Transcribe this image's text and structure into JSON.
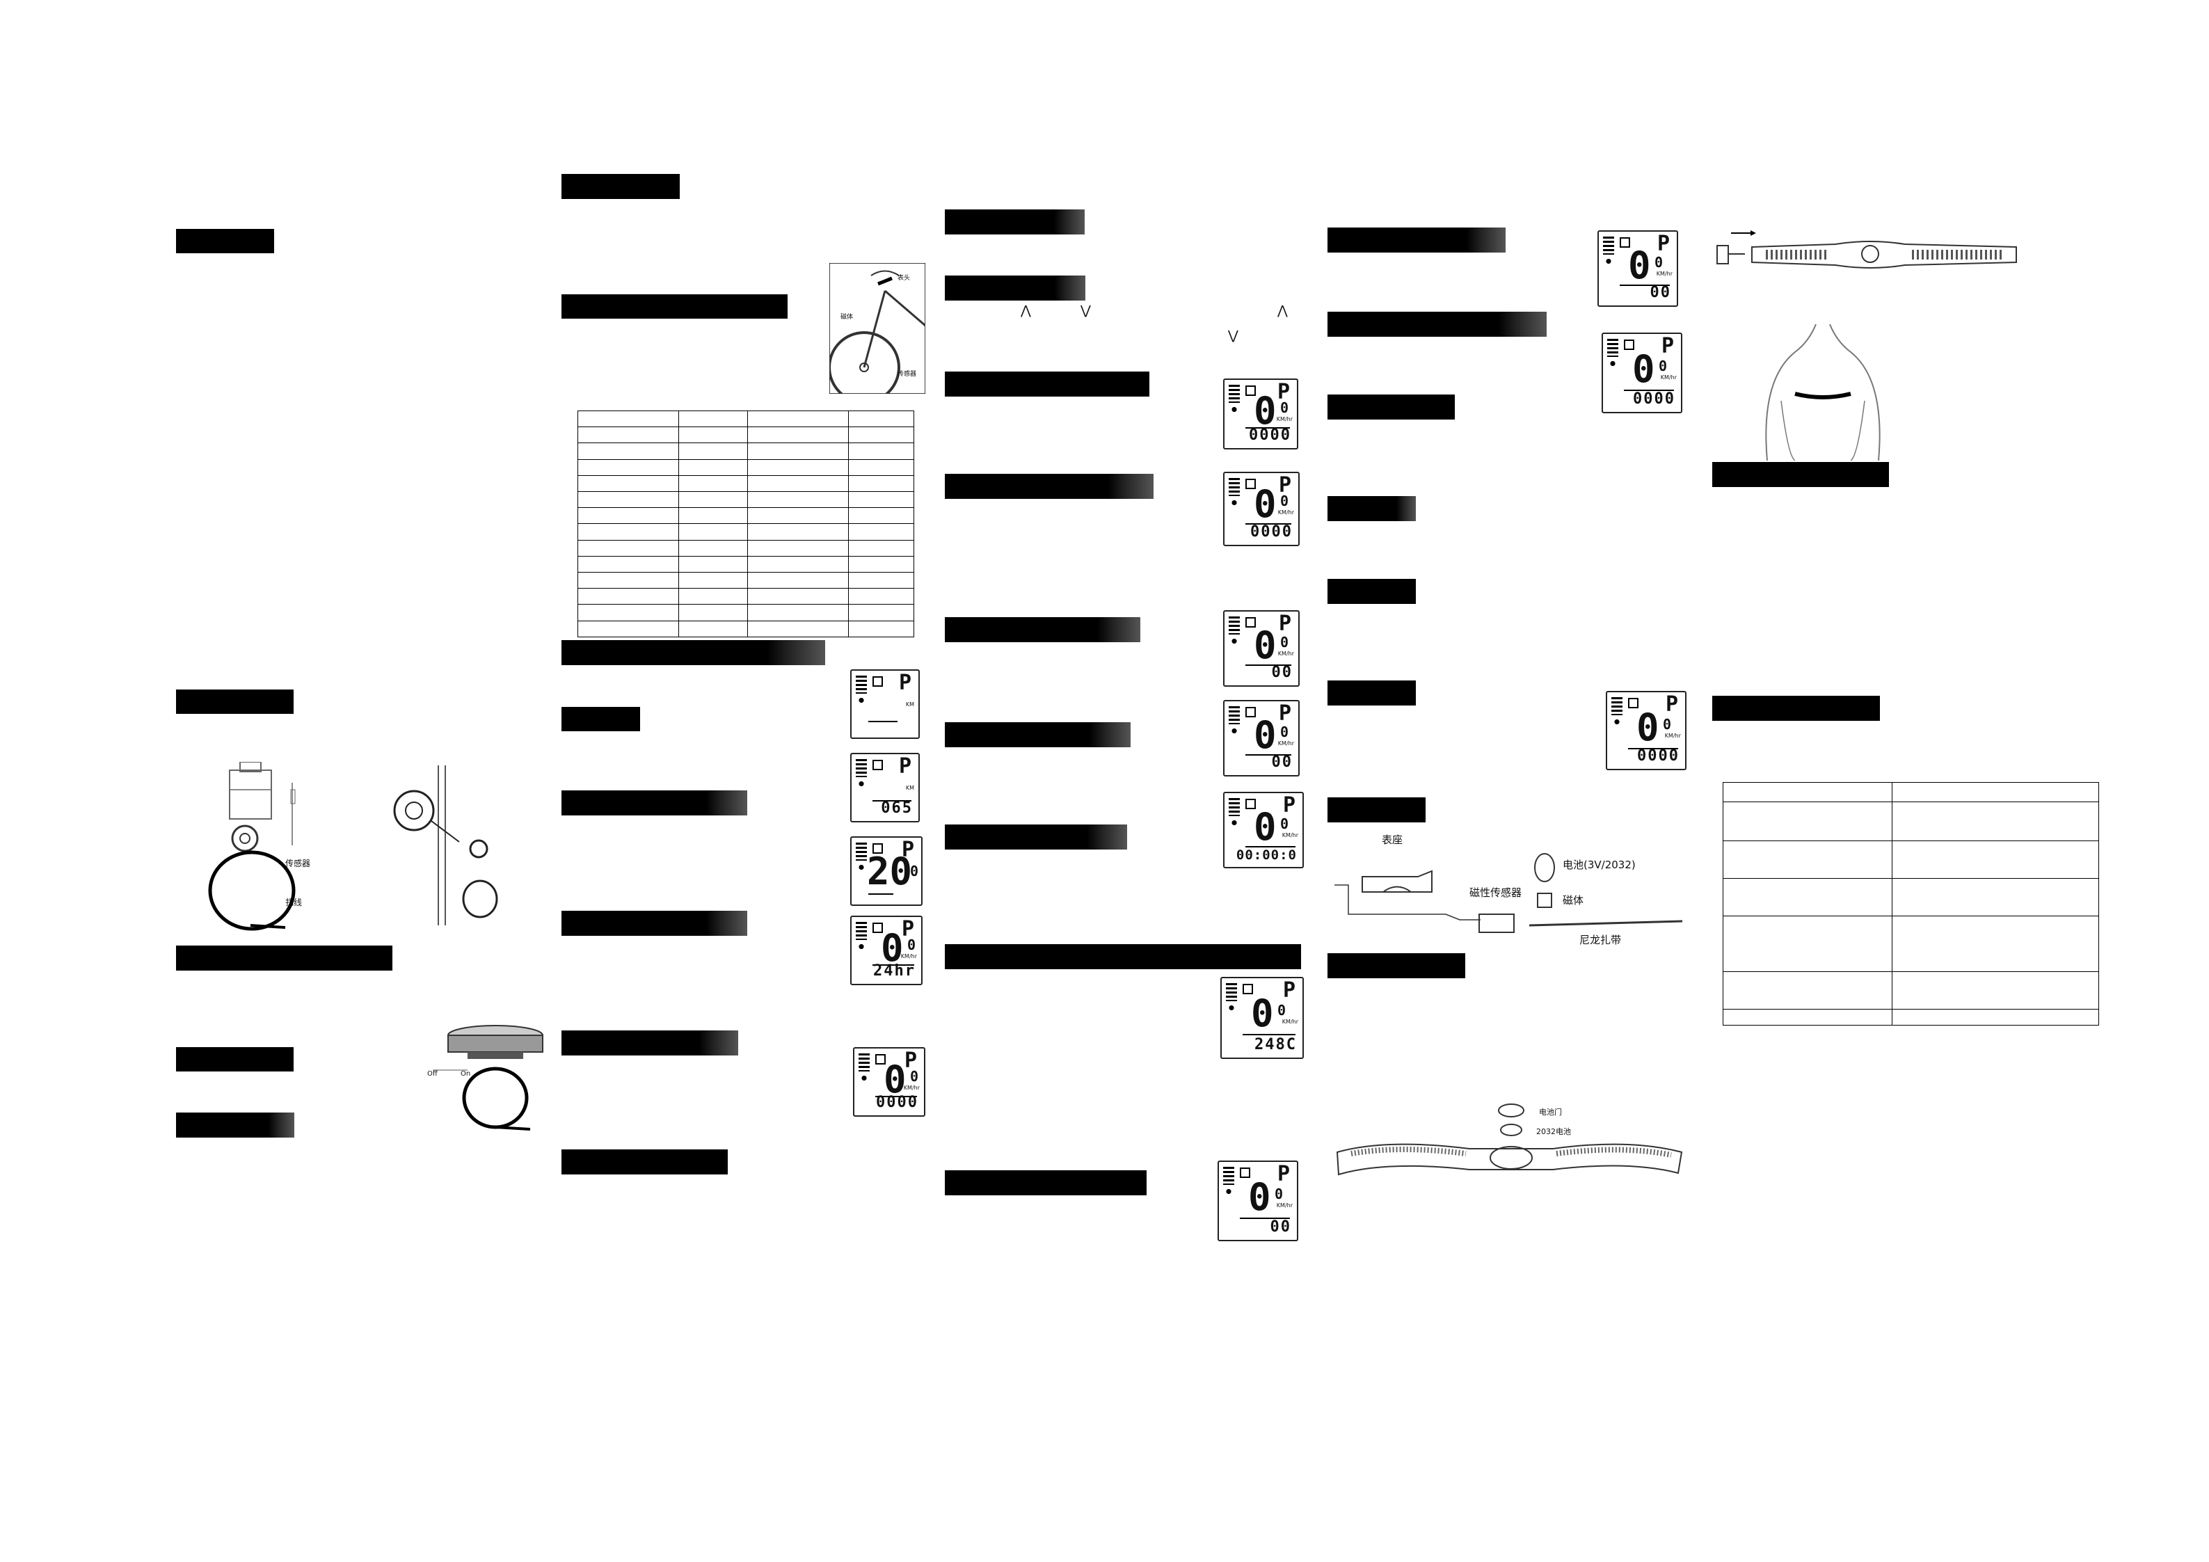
{
  "images": {
    "magnet_label_1": "传感器",
    "magnet_label_2": "扎线",
    "mount_label_off": "Off",
    "mount_label_on": "On",
    "bike_label_1": "表头",
    "bike_label_2": "磁体",
    "bike_label_3": "传感器",
    "parts_watch": "表座",
    "parts_battery": "电池(3V/2032)",
    "parts_sensor": "磁性传感器",
    "parts_magnet": "磁体",
    "parts_tie": "尼龙扎带",
    "strap_cover": "电池门",
    "strap_battery": "2032电池"
  },
  "buttons": {
    "up_symbol": "⋀",
    "down_symbol": "⋁"
  },
  "lcd_screens": [
    {
      "p": "P",
      "big": "",
      "sm": "",
      "unit": "KM",
      "row": "",
      "lab": ""
    },
    {
      "p": "P",
      "big": "",
      "sm": "",
      "unit": "KM",
      "row": "065",
      "lab": ""
    },
    {
      "p": "P",
      "big": "20",
      "sm": "0",
      "unit": "",
      "row": "",
      "lab": ""
    },
    {
      "p": "P",
      "big": "0",
      "sm": "0",
      "unit": "KM/hr",
      "row": "24hr",
      "lab": ""
    },
    {
      "p": "P",
      "big": "0",
      "sm": "0",
      "unit": "KM/hr",
      "row": "0000",
      "lab": ""
    },
    {
      "p": "P",
      "big": "0",
      "sm": "0",
      "unit": "KM/hr",
      "row": "0000",
      "lab": ""
    },
    {
      "p": "P",
      "big": "0",
      "sm": "0",
      "unit": "KM/hr",
      "row": "0000",
      "lab": ""
    },
    {
      "p": "P",
      "big": "0",
      "sm": "0",
      "unit": "KM/hr",
      "row": "00",
      "lab": ""
    },
    {
      "p": "P",
      "big": "0",
      "sm": "0",
      "unit": "KM/hr",
      "row": "00",
      "lab": ""
    },
    {
      "p": "P",
      "big": "0",
      "sm": "0",
      "unit": "KM/hr",
      "row": "00:00:0",
      "lab": ""
    },
    {
      "p": "P",
      "big": "0",
      "sm": "0",
      "unit": "KM/hr",
      "row": "248C",
      "lab": ""
    },
    {
      "p": "P",
      "big": "0",
      "sm": "0",
      "unit": "KM/hr",
      "row": "00",
      "lab": ""
    },
    {
      "p": "P",
      "big": "0",
      "sm": "0",
      "unit": "KM/hr",
      "row": "00",
      "lab": ""
    },
    {
      "p": "P",
      "big": "0",
      "sm": "0",
      "unit": "KM/hr",
      "row": "0000",
      "lab": ""
    },
    {
      "p": "P",
      "big": "0",
      "sm": "0",
      "unit": "KM/hr",
      "row": "0000",
      "lab": ""
    }
  ]
}
